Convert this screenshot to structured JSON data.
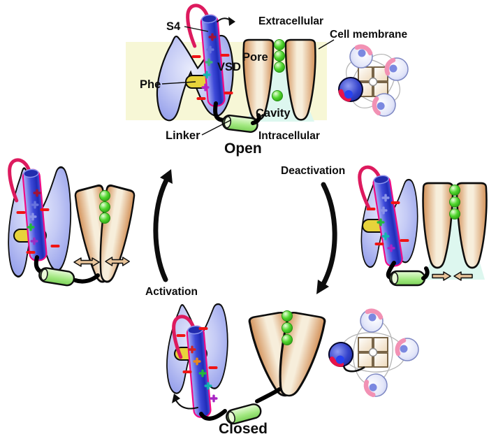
{
  "labels": {
    "s4": "S4",
    "extracellular": "Extracellular",
    "cell_membrane": "Cell membrane",
    "pore": "Pore",
    "vsd": "VSD",
    "phe": "Phe",
    "cavity": "Cavity",
    "linker": "Linker",
    "intracellular": "Intracellular"
  },
  "states": {
    "open": "Open",
    "closed": "Closed"
  },
  "transitions": {
    "activation": "Activation",
    "deactivation": "Deactivation"
  },
  "panels": [
    {
      "id": "open",
      "state_label": "Open",
      "s4_position": "up",
      "pore": "open",
      "filter_ions": 3,
      "cavity_ions": 1
    },
    {
      "id": "activation-intermediate",
      "s4_position": "down",
      "pore": "closed",
      "filter_ions": 3,
      "cavity_ions": 0
    },
    {
      "id": "deactivation-intermediate",
      "s4_position": "down",
      "pore": "open",
      "filter_ions": 3,
      "cavity_ions": 0
    },
    {
      "id": "closed",
      "state_label": "Closed",
      "s4_position": "down",
      "pore": "closed",
      "filter_ions": 3,
      "cavity_ions": 0
    }
  ],
  "tetramers": [
    {
      "location": "top-right",
      "subunits": 4,
      "highlighted_subunits": 1
    },
    {
      "location": "bottom-right",
      "subunits": 4,
      "highlighted_subunits": 1
    }
  ],
  "colors": {
    "membrane": "#f7f7d6",
    "cavity": "#ddf7ef",
    "vsd": "#aab2ee",
    "s4": "#3d49d8",
    "s4_outline": "#ef0b86",
    "loop": "#dd1a5e",
    "phe": "#e7d33b",
    "linker": "#9fe77d",
    "pore": "#d39057",
    "ion": "#52d62f",
    "minus": "#f01414",
    "plus_open": [
      "#a11236",
      "#6672dd",
      "#3db07a",
      "#12b5b0",
      "#b226c6"
    ],
    "plus_closed": [
      "#d42222",
      "#e8871c",
      "#23b93c",
      "#12b5b0",
      "#a824c4"
    ],
    "state_label": "#c01010",
    "text": "#0d0d0d"
  }
}
